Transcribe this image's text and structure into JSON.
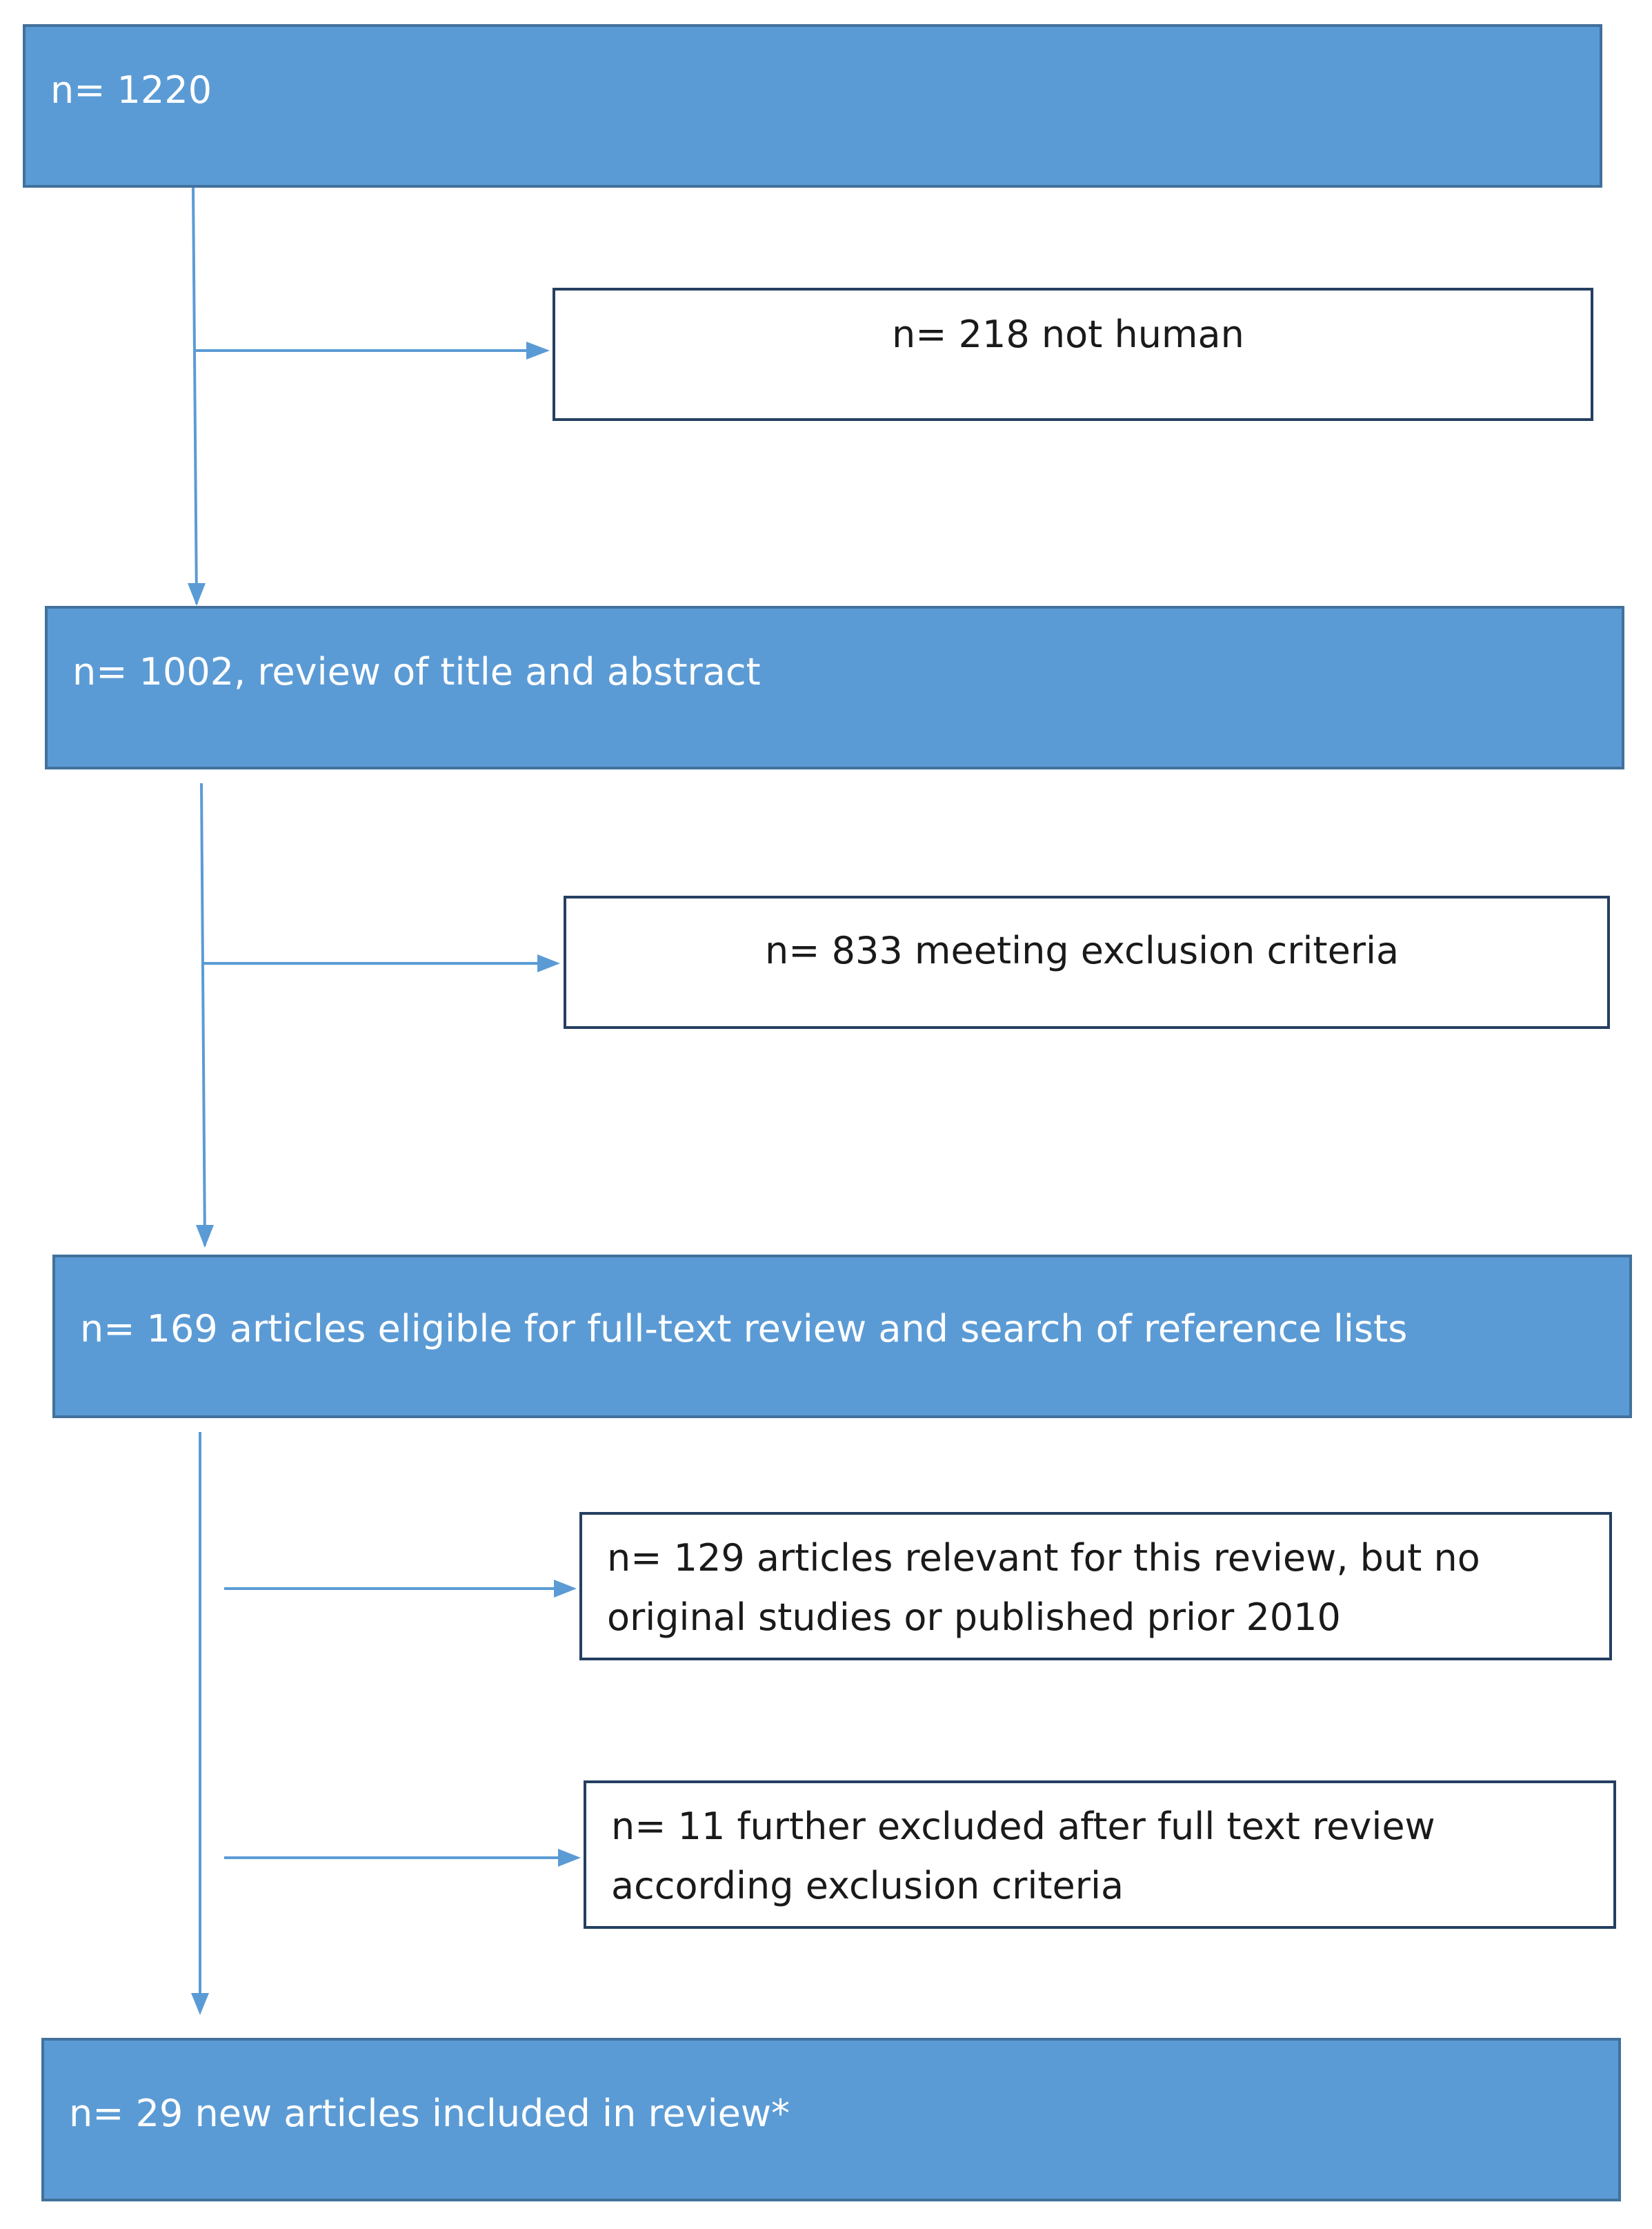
{
  "colors": {
    "main_fill": "#5b9bd5",
    "main_border": "#41719c",
    "side_border": "#243f60",
    "connector": "#5b9bd5",
    "main_text": "#ffffff",
    "side_text": "#1a1a1a"
  },
  "flow": {
    "step1": "n= 1220",
    "excl1": "n= 218 not human",
    "step2": "n= 1002, review of title and abstract",
    "excl2": "n= 833 meeting exclusion criteria",
    "step3": "n= 169 articles eligible for full-text review and search of reference lists",
    "excl3": "n= 129 articles relevant for this review, but no original studies or published prior 2010",
    "excl4": "n= 11 further excluded after full text review according exclusion criteria",
    "step4": "n= 29 new articles included in review*"
  }
}
